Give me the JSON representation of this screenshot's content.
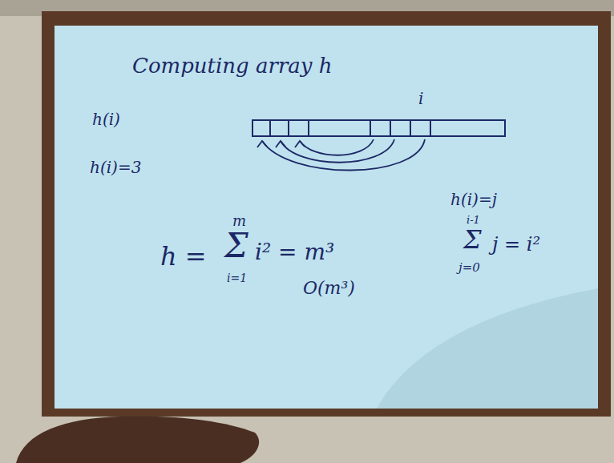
{
  "diagram": {
    "title": "Computing array h",
    "labels": [
      "h(i)",
      "h(i)=3",
      "i",
      "h(i)=j",
      "i-1",
      "Σ",
      "j=0",
      "j = i²",
      "h =",
      "m",
      "Σ",
      "i=1",
      "i² = m³",
      "O(m³)"
    ]
  }
}
